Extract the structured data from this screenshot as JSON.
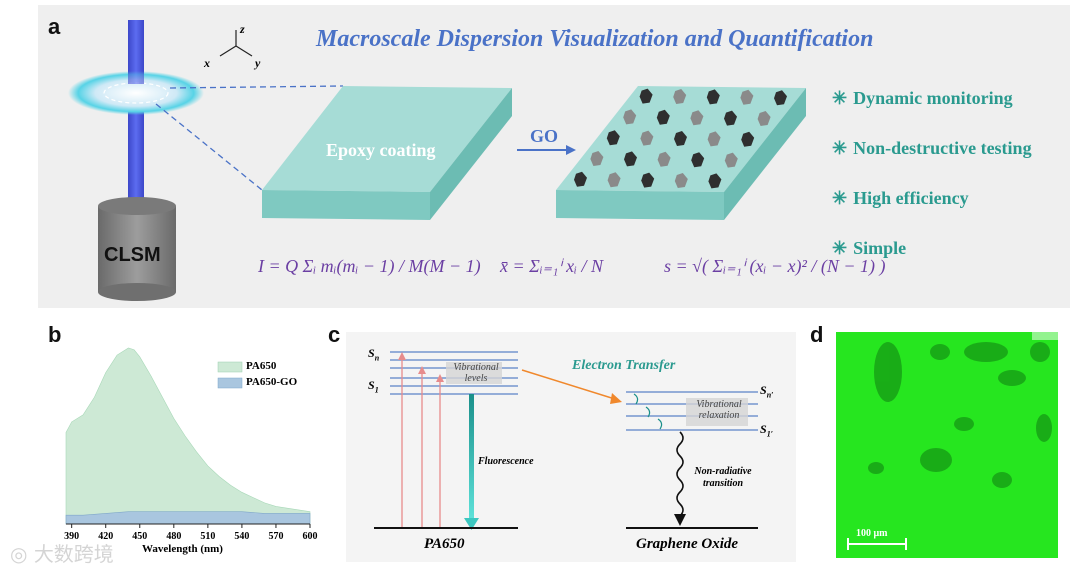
{
  "panel_labels": {
    "a": "a",
    "b": "b",
    "c": "c",
    "d": "d"
  },
  "panel_a": {
    "title": "Macroscale Dispersion Visualization and Quantification",
    "instrument": "CLSM",
    "axes": {
      "x": "x",
      "y": "y",
      "z": "z"
    },
    "coating_label": "Epoxy coating",
    "arrow_label": "GO",
    "features": [
      "Dynamic monitoring",
      "Non-destructive testing",
      "High efficiency",
      "Simple"
    ],
    "formula_I": "I = Q Σᵢ mᵢ(mᵢ − 1) / M(M − 1)",
    "formula_x": "x̄ = Σᵢ₌₁ⁱ xᵢ / N",
    "formula_s": "s = √( Σᵢ₌₁ⁱ (xᵢ − x)² / (N − 1) )"
  },
  "chart_data": {
    "type": "area",
    "xlabel": "Wavelength (nm)",
    "ylabel": "",
    "xlim": [
      385,
      600
    ],
    "xticks": [
      390,
      420,
      450,
      480,
      510,
      540,
      570,
      600
    ],
    "legend_position": "top-right",
    "series": [
      {
        "name": "PA650",
        "color": "#cde9d5",
        "x": [
          385,
          390,
          400,
          410,
          420,
          430,
          440,
          445,
          450,
          460,
          470,
          480,
          490,
          500,
          510,
          520,
          530,
          540,
          550,
          560,
          570,
          580,
          590,
          600
        ],
        "y": [
          0.52,
          0.58,
          0.62,
          0.72,
          0.86,
          0.96,
          1.0,
          0.99,
          0.95,
          0.84,
          0.72,
          0.6,
          0.5,
          0.41,
          0.33,
          0.27,
          0.22,
          0.18,
          0.15,
          0.12,
          0.1,
          0.09,
          0.08,
          0.07
        ]
      },
      {
        "name": "PA650-GO",
        "color": "#a9c6df",
        "x": [
          385,
          400,
          420,
          440,
          460,
          480,
          500,
          520,
          540,
          560,
          580,
          600
        ],
        "y": [
          0.05,
          0.05,
          0.06,
          0.07,
          0.07,
          0.07,
          0.07,
          0.07,
          0.07,
          0.06,
          0.06,
          0.06
        ]
      }
    ]
  },
  "panel_c": {
    "Sn": "S",
    "Sn_sub": "n",
    "S1": "S",
    "S1_sub": "1",
    "vibrational_levels": "Vibrational levels",
    "vibrational_levels_1": "Vibrational",
    "vibrational_levels_2": "levels",
    "electron_transfer": "Electron Transfer",
    "fluorescence": "Fluorescence",
    "vibrational_relaxation_1": "Vibrational",
    "vibrational_relaxation_2": "relaxation",
    "Snp": "S",
    "Snp_sub": "n′",
    "S1p": "S",
    "S1p_sub": "1′",
    "non_radiative_1": "Non-radiative",
    "non_radiative_2": "transition",
    "left_material": "PA650",
    "right_material": "Graphene Oxide"
  },
  "panel_d": {
    "scale_bar": "100 μm"
  },
  "watermark": "大数跨境",
  "colors": {
    "accent_blue": "#4a72c7",
    "teal": "#2a9a8f",
    "purple": "#6b3fa3",
    "green_image": "#26e61f"
  }
}
